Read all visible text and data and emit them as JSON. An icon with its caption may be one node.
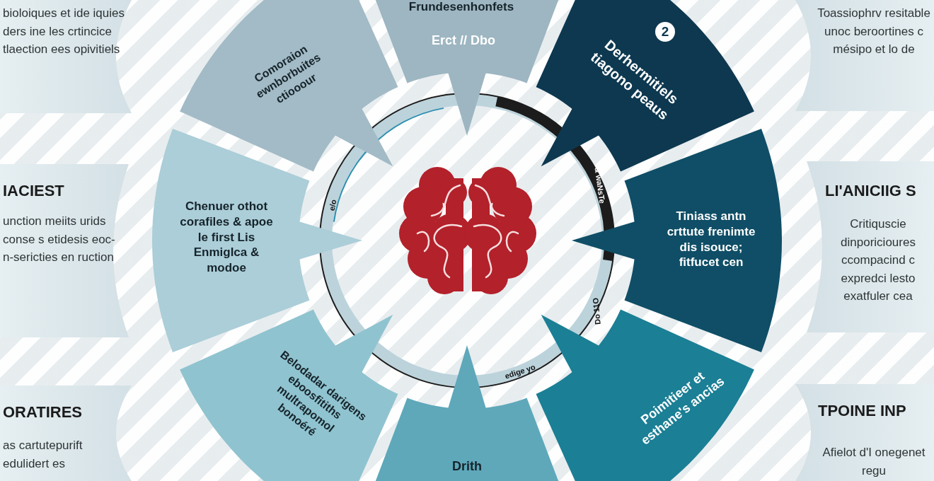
{
  "diagram": {
    "nodes": [
      {
        "text": [
          "bioloiques et ide iquies ders ine les crtincice tlaection ees opivitiels"
        ]
      },
      {
        "text": [
          "IACIEST",
          "unction meiits urids conse s etidesis eoc- n-sericties en ruction"
        ]
      },
      {
        "text": [
          "ORATIRES",
          "as cartutepurift edulidert es"
        ]
      },
      {
        "text": [
          "Frundesenhonfets",
          "Erct // Dbo"
        ]
      },
      {
        "text": [
          "2",
          "Derhermitiels tiagono peaus"
        ]
      },
      {
        "text": [
          "Tiniass antn crttute frenimte dis isouce; fitfucet cen"
        ]
      },
      {
        "text": [
          "Poimitieer et esthane's ancias"
        ]
      },
      {
        "text": [
          "Drith"
        ]
      },
      {
        "text": [
          "Belodadar darigens eboosfitiths multrapomol bonoéré"
        ]
      },
      {
        "text": [
          "Chenuer othot corafiles & apoe le first Lis Enmiglca & modoe"
        ]
      },
      {
        "text": [
          "Comoraion ewnborbuites ctiooour"
        ]
      },
      {
        "text": [
          "Toassiophrv resitable unoc beroortines c mésipo et lo de"
        ]
      },
      {
        "text": [
          "LI'ANICIIG S",
          "Critiquscie dinporicioures ccompacind c expredci lesto exatfuler cea"
        ]
      },
      {
        "text": [
          "TPOINE INP",
          "Afielot d'I onegenet regu"
        ]
      }
    ],
    "labels": [
      "e/o",
      "& waNsTe",
      "Do 11O",
      "edige yo"
    ]
  }
}
